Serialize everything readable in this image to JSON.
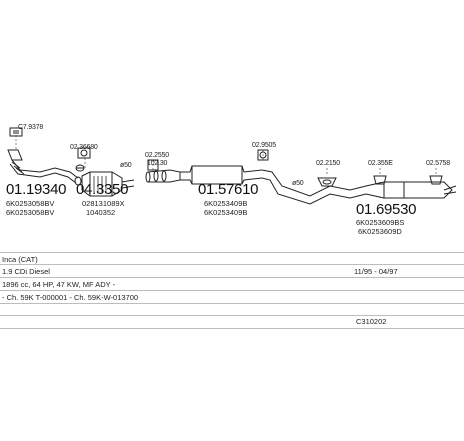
{
  "parts": [
    {
      "id": "p1",
      "code_small": "C7.9378",
      "code_big": "01.19340",
      "refs": [
        "6K0253058BV",
        "6K0253058BV"
      ]
    },
    {
      "id": "p2",
      "code_small": "02.36680",
      "code_big": "04.3350",
      "refs": [
        "028131089X",
        "1040352"
      ]
    },
    {
      "id": "p3",
      "code_small": "02.2550",
      "code_sub": "102.30",
      "diameter": "ø50"
    },
    {
      "id": "p4",
      "code_big": "01.57610",
      "refs": [
        "6K0253409B",
        "6K0253409B"
      ]
    },
    {
      "id": "p5",
      "code_small": "02.9505"
    },
    {
      "id": "p6",
      "diameter": "ø50"
    },
    {
      "id": "p7",
      "code_small": "02.2150"
    },
    {
      "id": "p8",
      "code_small": "02.355E"
    },
    {
      "id": "p9",
      "code_small": "02.5758"
    },
    {
      "id": "p10",
      "code_big": "01.69530",
      "refs": [
        "6K0253609BS",
        "6K0253609D"
      ]
    }
  ],
  "table": {
    "rows": [
      {
        "left": "Inca (CAT)",
        "right": ""
      },
      {
        "left": "1.9 CDi Diesel",
        "right": "11/95 - 04/97"
      },
      {
        "left": "1896 cc, 64 HP, 47 KW, MF ADY -",
        "right": ""
      },
      {
        "left": "- Ch. 59K T-000001 - Ch. 59K-W-013700",
        "right": ""
      },
      {
        "left": "",
        "right": "C310202"
      }
    ]
  }
}
